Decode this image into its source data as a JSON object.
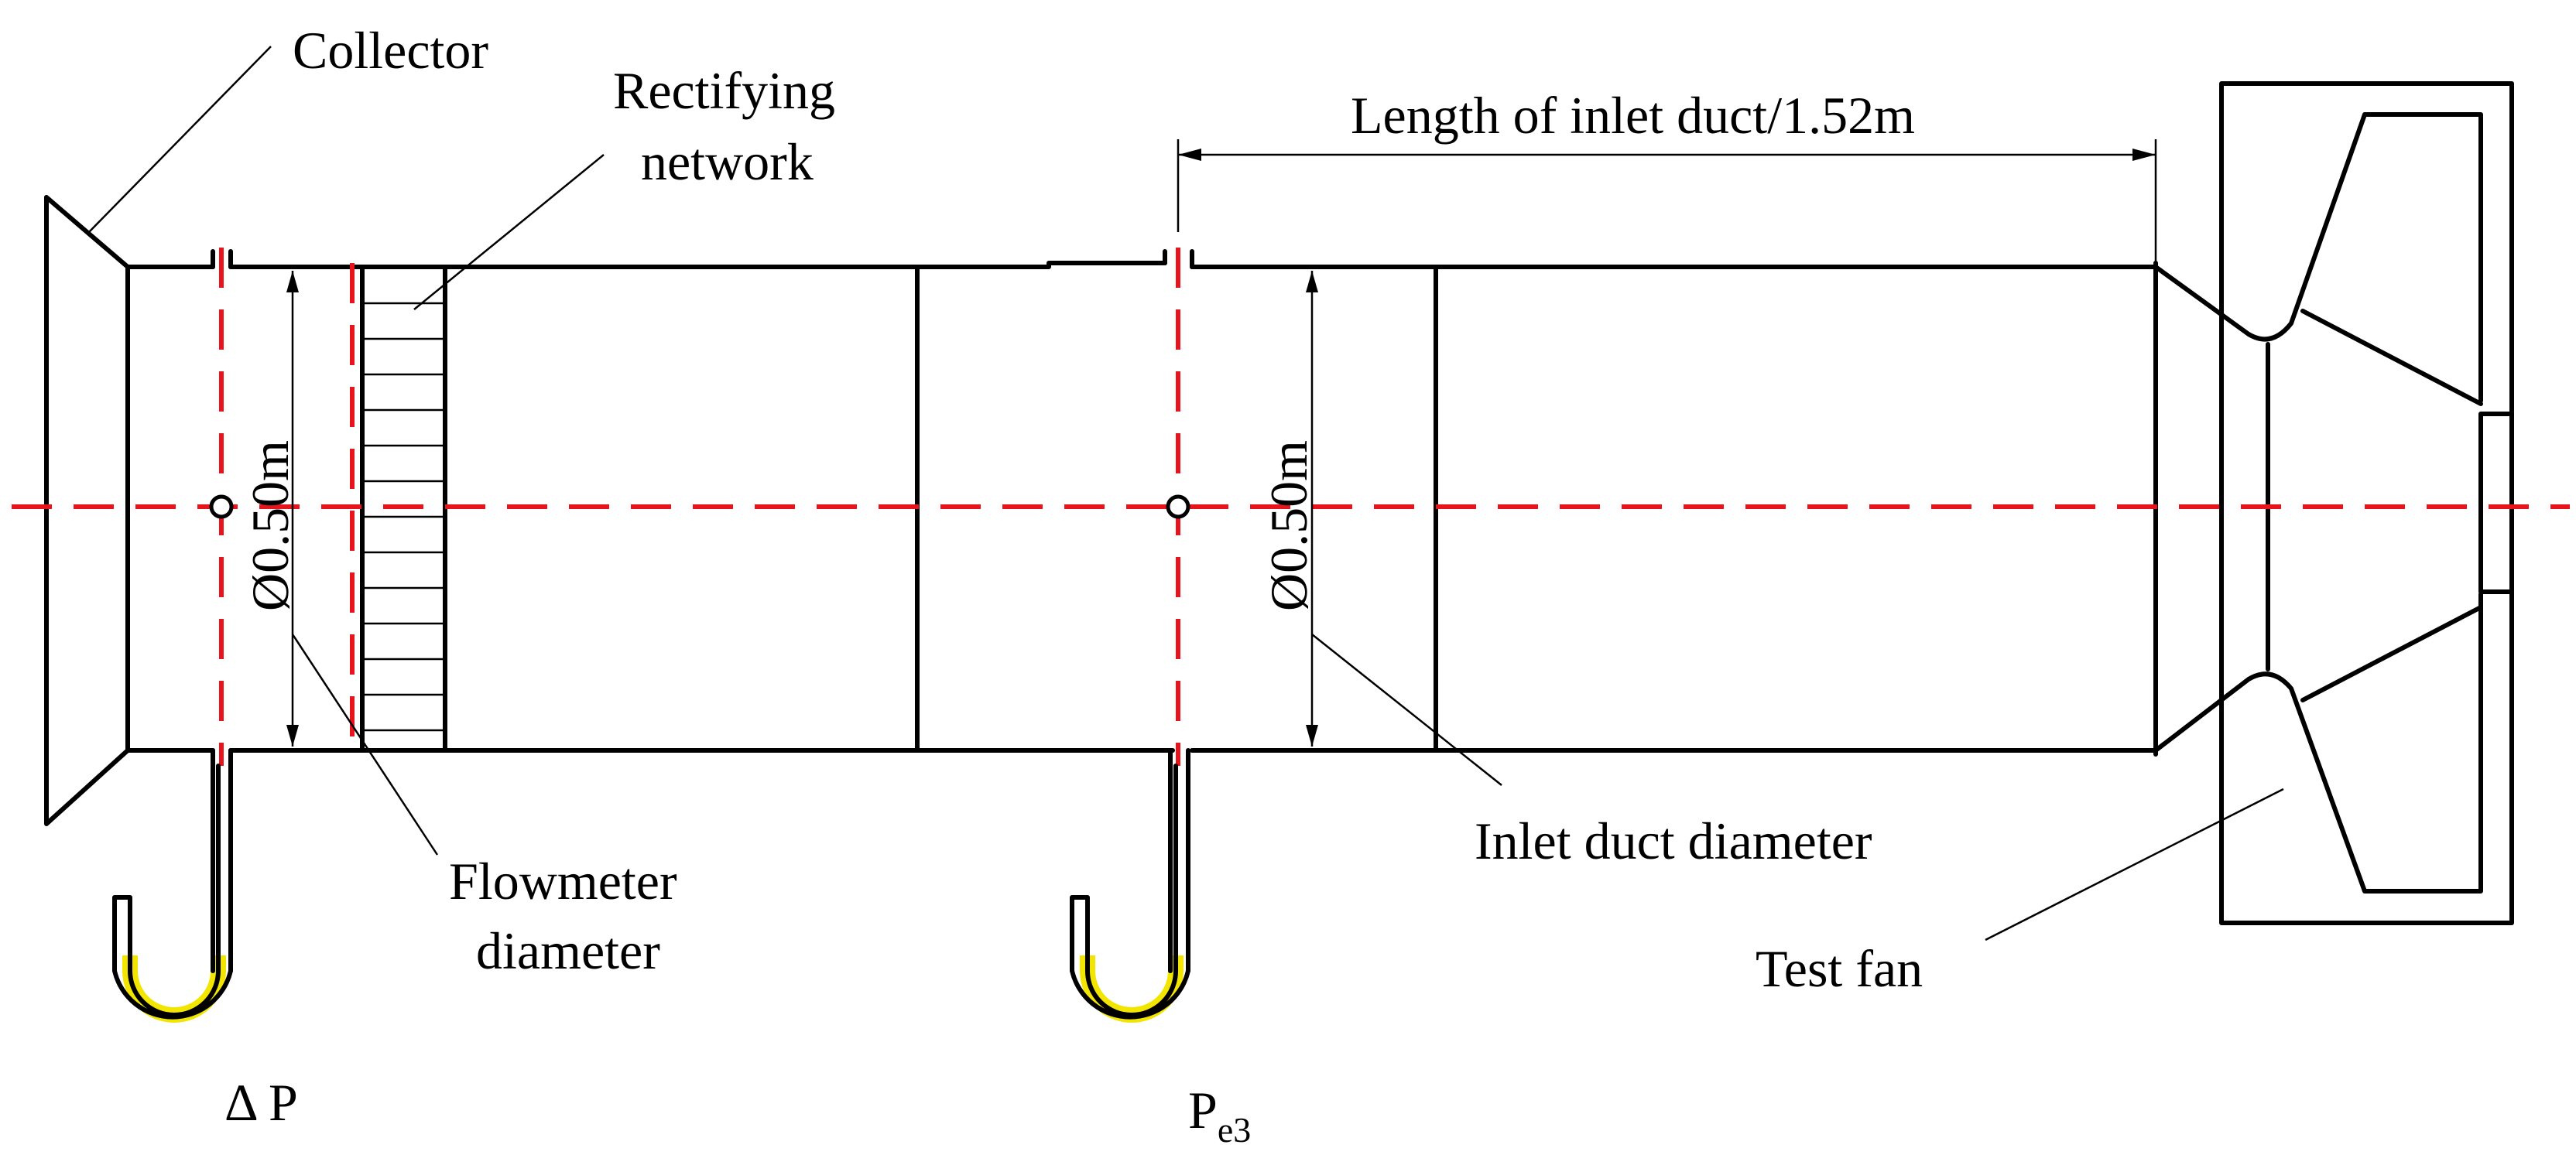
{
  "labels": {
    "collector": "Collector",
    "rectifying_network_line1": "Rectifying",
    "rectifying_network_line2": "network",
    "inlet_duct_length": "Length of inlet duct/1.52m",
    "diameter_left": "Ø0.50m",
    "diameter_right": "Ø0.50m",
    "flowmeter_diameter_line1": "Flowmeter",
    "flowmeter_diameter_line2": "diameter",
    "inlet_duct_diameter": "Inlet duct diameter",
    "test_fan": "Test fan",
    "delta_p": "Δ P",
    "pe3_main": "P",
    "pe3_sub": "e3"
  },
  "colors": {
    "outline": "#000000",
    "centerline": "#e8141b",
    "manometer_liquid": "#f2e600"
  }
}
